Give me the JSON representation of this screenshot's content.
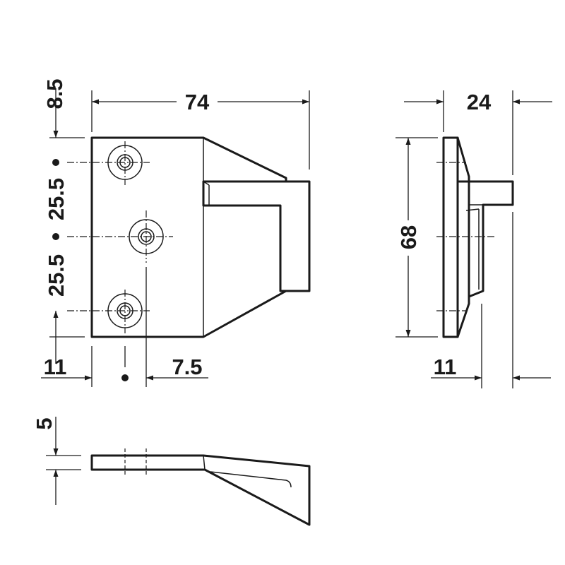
{
  "dimensions": {
    "width_overall": "74",
    "top_offset": "8.5",
    "hole_pitch_upper": "25.5",
    "hole_pitch_lower": "25.5",
    "hole_edge_offset": "11",
    "hole_to_body": "7.5",
    "side_depth": "24",
    "side_height": "68",
    "side_plate_offset": "11",
    "plate_thickness": "5"
  }
}
